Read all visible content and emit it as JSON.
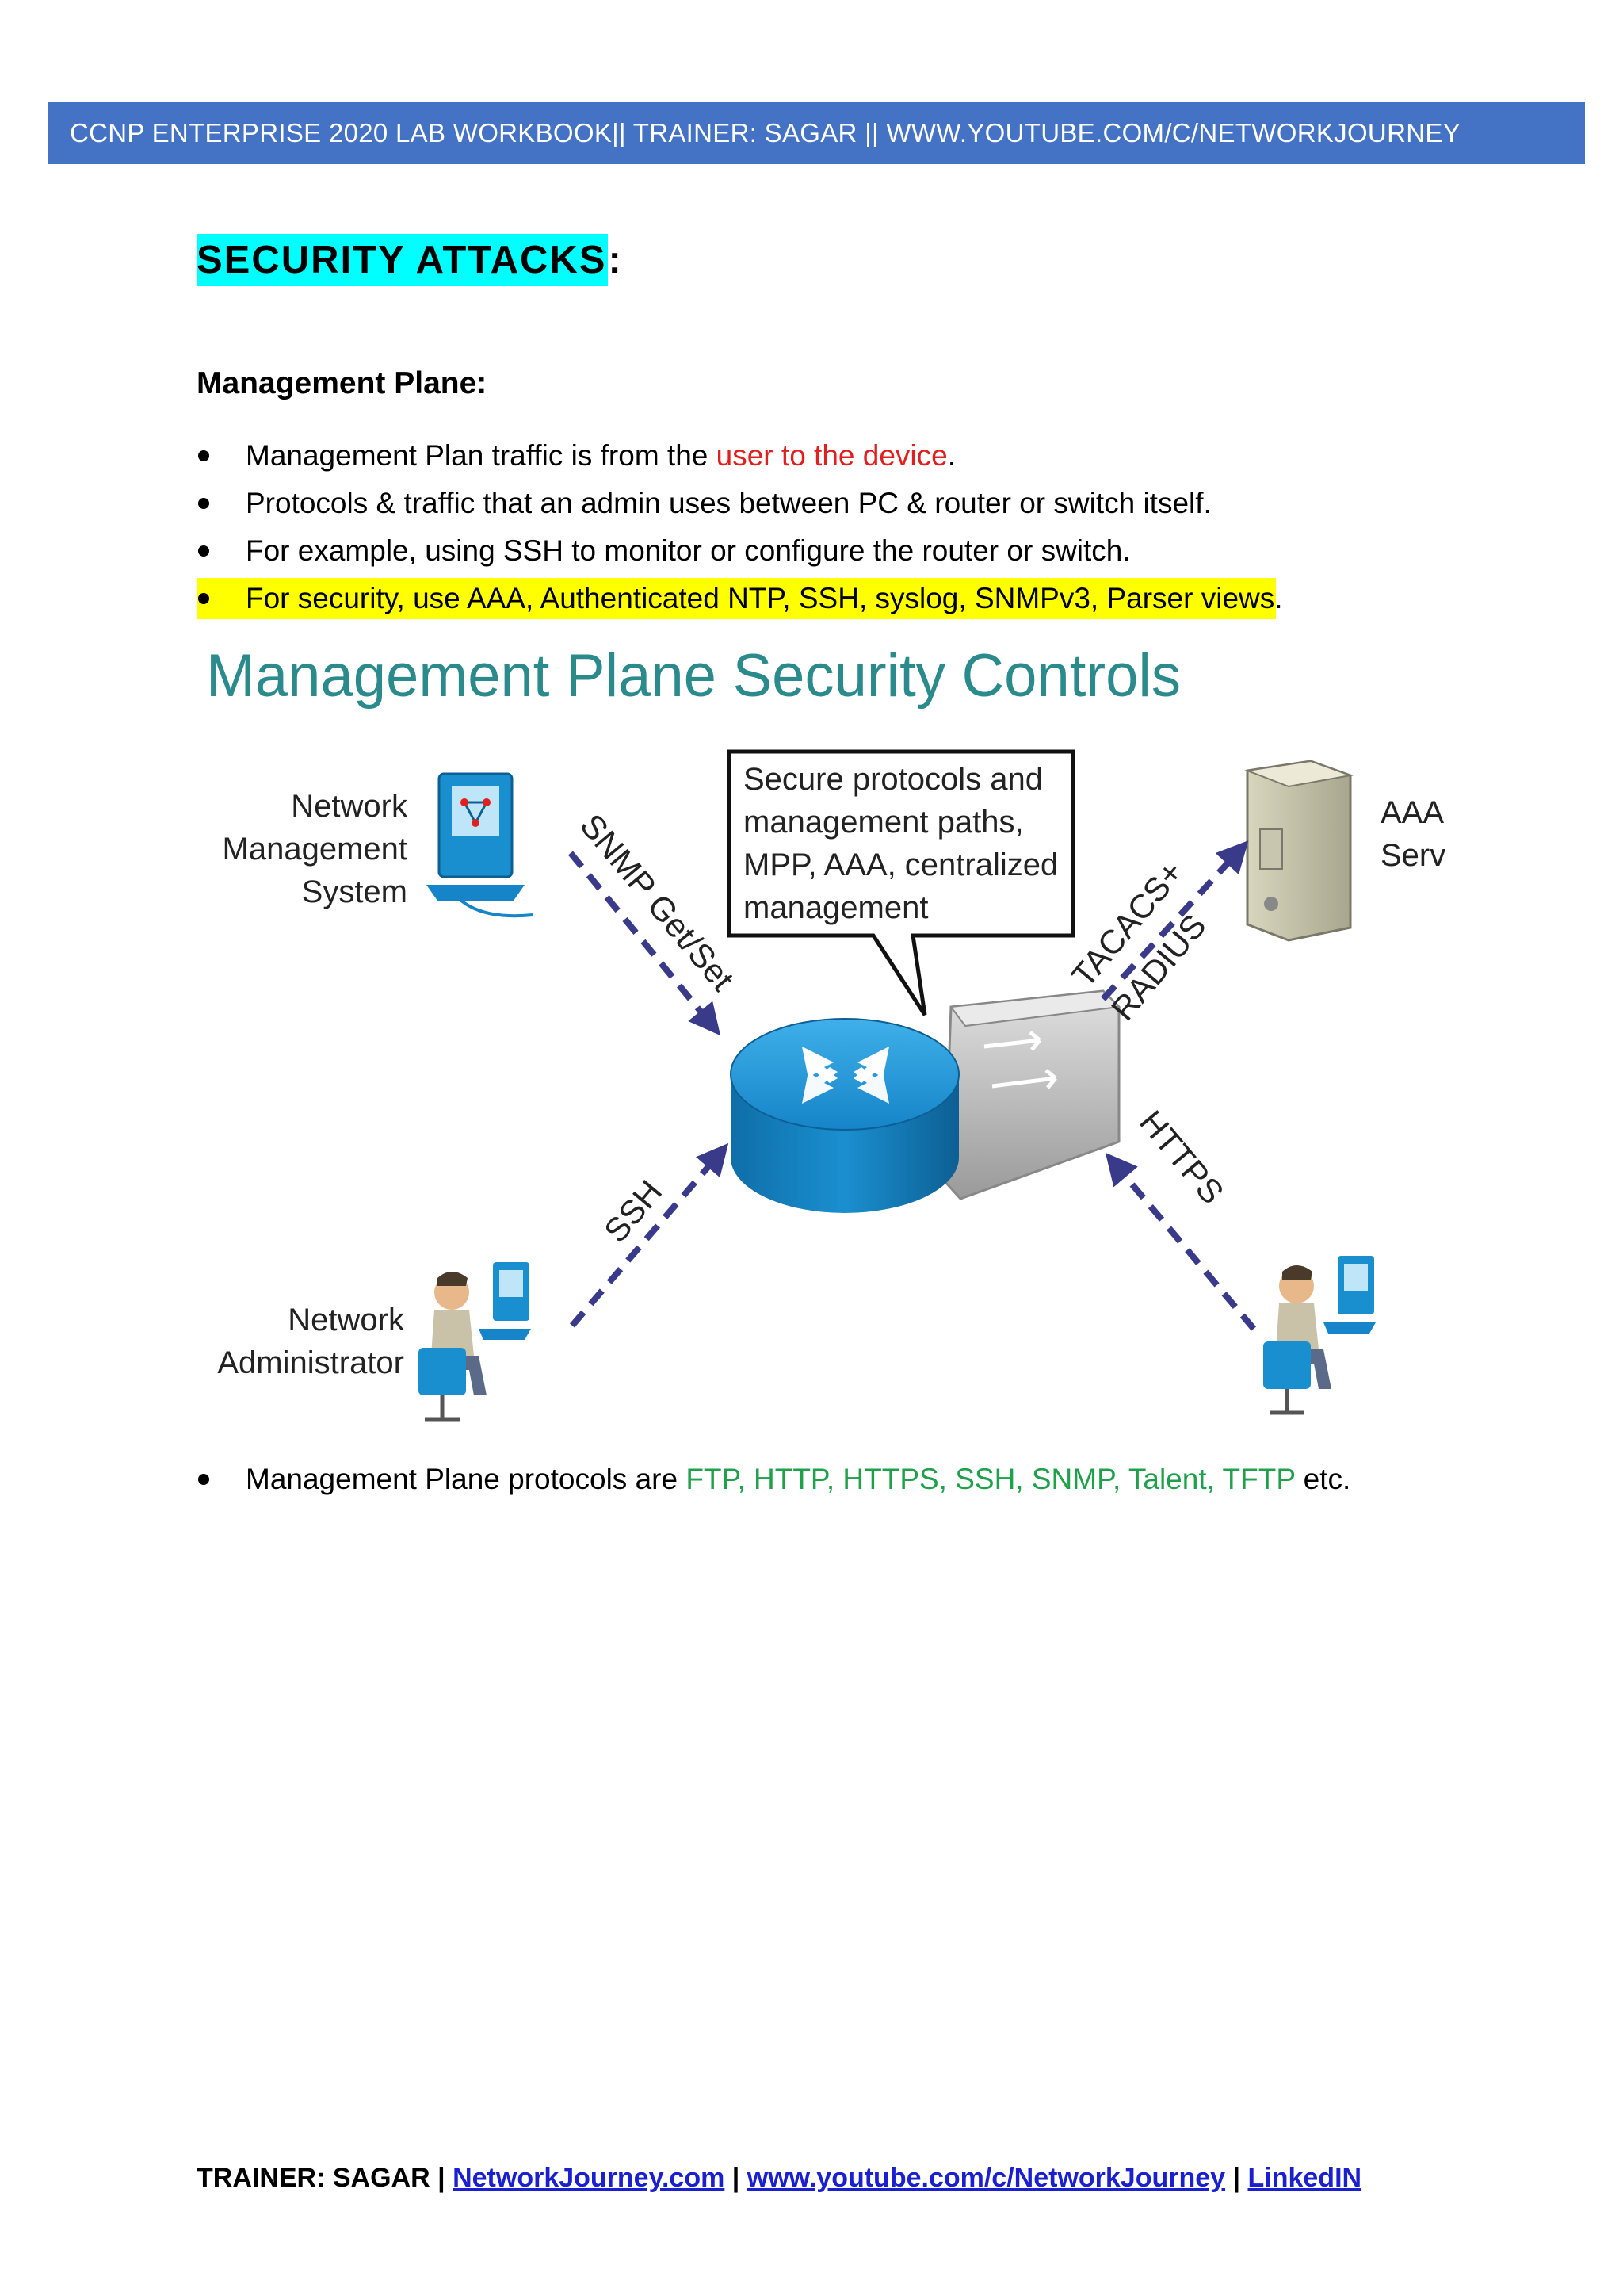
{
  "header": {
    "text": "CCNP ENTERPRISE 2020 LAB WORKBOOK|| TRAINER: SAGAR || WWW.YOUTUBE.COM/C/NETWORKJOURNEY"
  },
  "title": {
    "text": "SECURITY ATTACKS",
    "suffix": ":"
  },
  "section": {
    "heading": "Management Plane:"
  },
  "bullets": [
    {
      "pre": "Management Plan traffic is from the ",
      "highlight": "user to the device",
      "post": "."
    },
    {
      "text": "Protocols & traffic that an admin uses between PC & router or switch itself."
    },
    {
      "text": "For example, using SSH to monitor or configure the router or switch."
    },
    {
      "text": "For security, use AAA, Authenticated NTP, SSH, syslog, SNMPv3, Parser views."
    }
  ],
  "diagram": {
    "title": "Management Plane Security Controls",
    "nms_label": [
      "Network",
      "Management",
      "System"
    ],
    "admin_label": [
      "Network",
      "Administrator"
    ],
    "aaa_label": [
      "AAA",
      "Server"
    ],
    "callout": [
      "Secure protocols and",
      "management paths,",
      "MPP, AAA, centralized",
      "management"
    ],
    "snmp_label": "SNMP Get/Set",
    "ssh_label": "SSH",
    "tacacs_label": "TACACS+",
    "radius_label": "RADIUS",
    "https_label": "HTTPS",
    "colors": {
      "title": "#2a8a8c",
      "arrow": "#3a3a8a",
      "router": "#1a8fd0"
    }
  },
  "protocols_bullet": {
    "pre": "Management Plane protocols are ",
    "list": "FTP, HTTP, HTTPS, SSH, SNMP, Talent, TFTP",
    "post": " etc."
  },
  "footer": {
    "trainer": "TRAINER: SAGAR",
    "sep": "|",
    "link1": "NetworkJourney.com",
    "link2": "www.youtube.com/c/NetworkJourney",
    "link3": "LinkedIN"
  }
}
